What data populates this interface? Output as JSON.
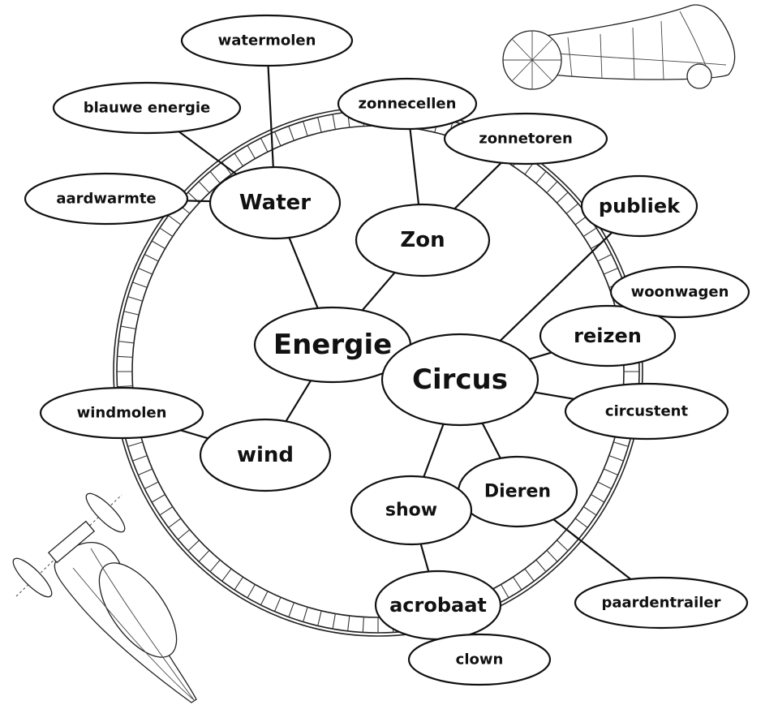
{
  "mindmap": {
    "nodes": [
      {
        "id": "energie",
        "label": "Energie",
        "level": "main"
      },
      {
        "id": "circus",
        "label": "Circus",
        "level": "main"
      },
      {
        "id": "water",
        "label": "Water",
        "level": "sub"
      },
      {
        "id": "zon",
        "label": "Zon",
        "level": "sub"
      },
      {
        "id": "wind",
        "label": "wind",
        "level": "sub"
      },
      {
        "id": "publiek",
        "label": "publiek",
        "level": "sub"
      },
      {
        "id": "reizen",
        "label": "reizen",
        "level": "sub"
      },
      {
        "id": "dieren",
        "label": "Dieren",
        "level": "sub"
      },
      {
        "id": "show",
        "label": "show",
        "level": "sub"
      },
      {
        "id": "acrobaat",
        "label": "acrobaat",
        "level": "sub"
      },
      {
        "id": "watermolen",
        "label": "watermolen",
        "level": "leaf"
      },
      {
        "id": "blauwe-energie",
        "label": "blauwe energie",
        "level": "leaf"
      },
      {
        "id": "aardwarmte",
        "label": "aardwarmte",
        "level": "leaf"
      },
      {
        "id": "zonnecellen",
        "label": "zonnecellen",
        "level": "leaf"
      },
      {
        "id": "zonnetoren",
        "label": "zonnetoren",
        "level": "leaf"
      },
      {
        "id": "windmolen",
        "label": "windmolen",
        "level": "leaf"
      },
      {
        "id": "woonwagen",
        "label": "woonwagen",
        "level": "leaf"
      },
      {
        "id": "circustent",
        "label": "circustent",
        "level": "leaf"
      },
      {
        "id": "paardentrailer",
        "label": "paardentrailer",
        "level": "leaf"
      },
      {
        "id": "clown",
        "label": "clown",
        "level": "leaf"
      }
    ],
    "edges": [
      [
        "energie",
        "water"
      ],
      [
        "energie",
        "zon"
      ],
      [
        "energie",
        "wind"
      ],
      [
        "energie",
        "circus"
      ],
      [
        "water",
        "watermolen"
      ],
      [
        "water",
        "blauwe-energie"
      ],
      [
        "water",
        "aardwarmte"
      ],
      [
        "zon",
        "zonnecellen"
      ],
      [
        "zon",
        "zonnetoren"
      ],
      [
        "wind",
        "windmolen"
      ],
      [
        "circus",
        "publiek"
      ],
      [
        "circus",
        "reizen"
      ],
      [
        "circus",
        "circustent"
      ],
      [
        "circus",
        "show"
      ],
      [
        "circus",
        "dieren"
      ],
      [
        "show",
        "acrobaat"
      ],
      [
        "dieren",
        "paardentrailer"
      ]
    ]
  },
  "decorations": {
    "track": "velodrome-track",
    "top_right_icon": "velomobile-icon",
    "bottom_left_icon": "solar-car-icon"
  }
}
